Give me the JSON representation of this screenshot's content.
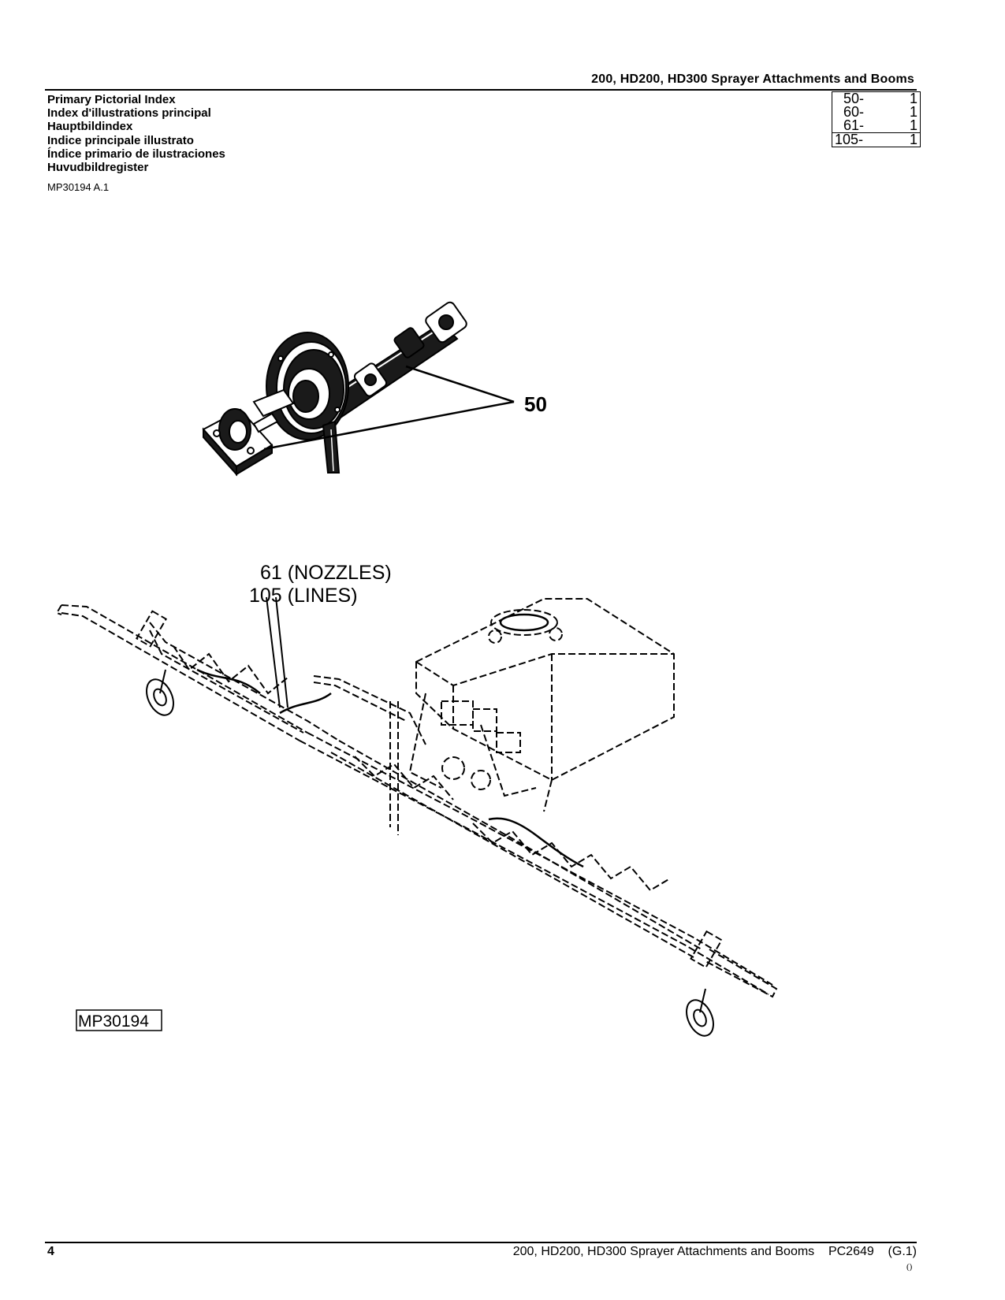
{
  "header": {
    "title": "200, HD200, HD300 Sprayer Attachments and Booms"
  },
  "index_titles": [
    "Primary Pictorial Index",
    "Index d'illustrations principal",
    "Hauptbildindex",
    "Indice principale illustrato",
    "Índice primario de ilustraciones",
    "Huvudbildregister"
  ],
  "doc_ref": "MP30194 A.1",
  "page_table": [
    {
      "ref": "50-",
      "qty": "1"
    },
    {
      "ref": "60-",
      "qty": "1"
    },
    {
      "ref": "61-",
      "qty": "1"
    },
    {
      "ref": "105-",
      "qty": "1"
    }
  ],
  "figure": {
    "callout_50": "50",
    "callout_61": "61 (NOZZLES)",
    "callout_105": "105 (LINES)",
    "figure_id": "MP30194"
  },
  "footer": {
    "page_number": "4",
    "text": "200, HD200, HD300 Sprayer Attachments and Booms    PC2649    (G.1)",
    "small": "()"
  }
}
